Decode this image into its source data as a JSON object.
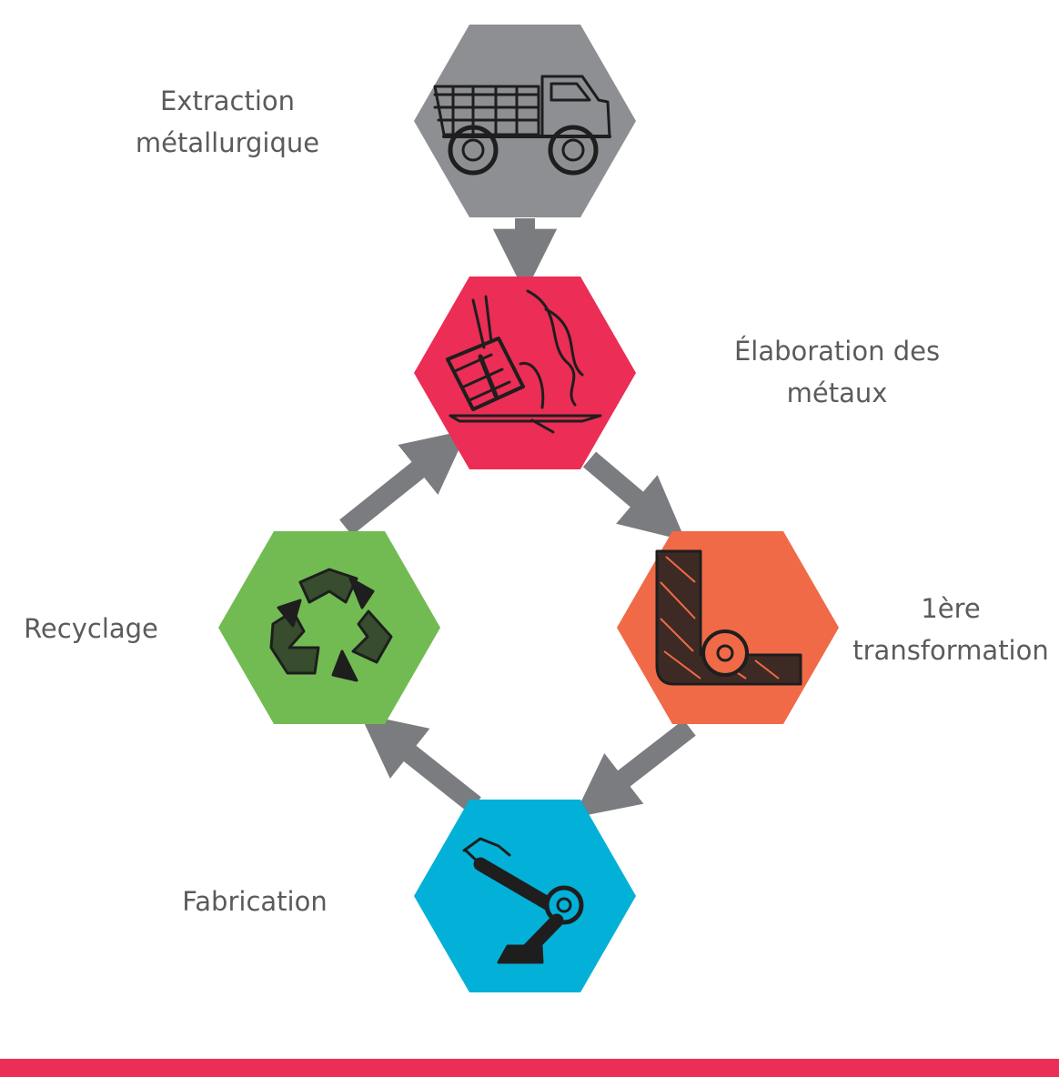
{
  "colors": {
    "arrow": "#7b7c7f",
    "extraction": "#8e8f93",
    "elaboration": "#ec2d55",
    "transformation": "#f06a47",
    "fabrication": "#03b1d8",
    "recycling": "#72bb53",
    "text": "#5b5b5b",
    "bar": "#ec2d55"
  },
  "stages": {
    "extraction": {
      "line1": "Extraction",
      "line2": "métallurgique",
      "icon": "dump-truck-icon"
    },
    "elaboration": {
      "line1": "Élaboration des",
      "line2": "métaux",
      "icon": "ladle-pouring-icon"
    },
    "transformation": {
      "line1": "1ère",
      "line2": "transformation",
      "icon": "metal-profile-icon"
    },
    "fabrication": {
      "line1": "Fabrication",
      "icon": "robot-arm-icon"
    },
    "recycling": {
      "line1": "Recyclage",
      "icon": "recycle-icon"
    }
  }
}
